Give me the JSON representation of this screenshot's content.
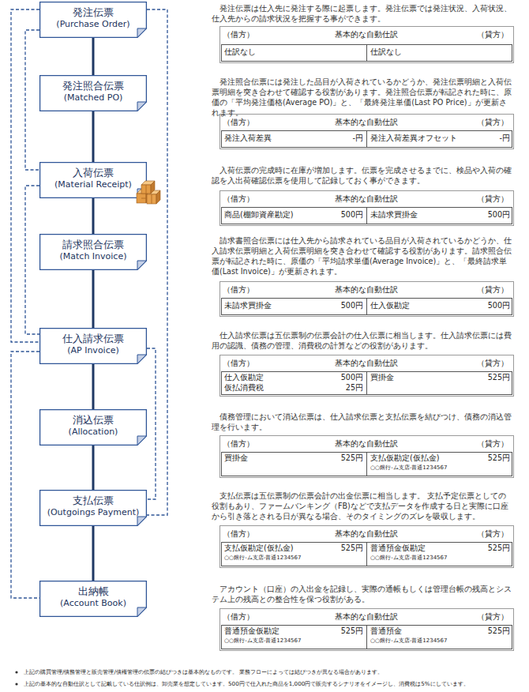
{
  "diagram": {
    "nodes": [
      {
        "text": [
          "発注伝票",
          "(Purchase Order)"
        ]
      },
      {
        "text": [
          "発注照合伝票",
          "(Matched PO)"
        ]
      },
      {
        "text": [
          "入荷伝票",
          "(Material Receipt)"
        ]
      },
      {
        "text": [
          "請求照合伝票",
          "(Match Invoice)"
        ]
      },
      {
        "text": [
          "仕入請求伝票",
          "(AP Invoice)"
        ]
      },
      {
        "text": [
          "消込伝票",
          "(Allocation)"
        ]
      },
      {
        "text": [
          "支払伝票",
          "(Outgoings Payment)"
        ]
      },
      {
        "text": [
          "出納帳",
          "(Account Book)"
        ]
      }
    ],
    "edges": [
      {
        "from": 0,
        "to": 1,
        "arrow": "none"
      },
      {
        "from": 1,
        "to": 2,
        "arrow": "none"
      },
      {
        "from": 2,
        "to": 3,
        "arrow": "none"
      },
      {
        "from": 3,
        "to": 4,
        "arrow": "none"
      },
      {
        "from": 4,
        "to": 5,
        "arrow": "none"
      },
      {
        "from": 5,
        "to": 6,
        "arrow": "none"
      },
      {
        "from": 6,
        "to": 7,
        "arrow": "none"
      },
      {
        "from": 0,
        "to": 2,
        "arrow": "none"
      },
      {
        "from": 2,
        "to": 4,
        "arrow": "none"
      },
      {
        "from": 0,
        "to": 4,
        "arrow": "none"
      },
      {
        "from": 4,
        "to": 7,
        "arrow": "none"
      },
      {
        "from": 0,
        "to": 6,
        "arrow": "none"
      },
      {
        "from": 4,
        "to": 6,
        "arrow": "none"
      }
    ],
    "labels": [
      "発注伝票は仕入先に発注する際に起票します。発注伝票では発注状況、入荷状況、仕入先からの請求状況を把握する事ができます。",
      "（借方）",
      "基本的な自動仕訳",
      "（貸方）",
      "仕訳なし",
      "仕訳なし",
      "発注照合伝票には発注した品目が入荷されているかどうか、発注伝票明細と入荷伝票明細を突き合わせて確認する役割があります。発注照合伝票が転記された時に、原価の「平均発注価格(Average PO)」と、「最終発注単価(Last PO Price)」が更新されます。",
      "（借方）",
      "基本的な自動仕訳",
      "（貸方）",
      "発注入荷差異",
      "-円",
      "発注入荷差異オフセット",
      "-円",
      "入荷伝票の完成時に在庫が増加します。伝票を完成させるまでに、検品や入荷の確認を入出荷確認伝票を使用して記録しておく事ができます。",
      "（借方）",
      "基本的な自動仕訳",
      "（貸方）",
      "商品(棚卸資産勘定)",
      "500円",
      "未請求買掛金",
      "500円",
      "請求書照合伝票には仕入先から請求されている品目が入荷されているかどうか、仕入請求伝票明細と入荷伝票明細を突き合わせて確認する役割があります。請求照合伝票が転記された時に、原価の「平均請求単価(Average Invoice)」と、「最終請求単価(Last Invoice)」が更新されます。",
      "（借方）",
      "基本的な自動仕訳",
      "（貸方）",
      "未請求買掛金",
      "500円",
      "仕入仮勘定",
      "500円",
      "仕入請求伝票は五伝票制の伝票会計の仕入伝票に相当します。仕入請求伝票には費用の認識、債務の管理、消費税の計算などの役割があります。",
      "（借方）",
      "基本的な自動仕訳",
      "（貸方）",
      "仕入仮勘定",
      "500円",
      "仮払消費税",
      "25円",
      "買掛金",
      "525円",
      "債務管理において消込伝票は、仕入請求伝票と支払伝票を結びつけ、債務の消込管理を行います。",
      "（借方）",
      "基本的な自動仕訳",
      "（貸方）",
      "買掛金",
      "525円",
      "支払仮勘定(仮払金)",
      "525円",
      "○○銀行-ム支店-普通1234567",
      "支払伝票は五伝票制の伝票会計の出金伝票に相当します。 支払予定伝票としての役割もあり、ファームバンキング（FB)などで支払データを作成する日と実際に口座から引き落とされる日が異なる場合、そのタイミングのズレを吸収します。",
      "（借方）",
      "基本的な自動仕訳",
      "（貸方）",
      "支払仮勘定(仮払金)",
      "525円",
      "○○銀行-ム支店-普通1234567",
      "普通預金仮勘定",
      "525円",
      "○○銀行-ム支店-普通1234567",
      "アカウント（口座）の入出金を記録し、実際の通帳もしくは管理台帳の残高とシステム上の残高との整合性を保つ役割がある。",
      "（借方）",
      "基本的な自動仕訳",
      "（貸方）",
      "普通預金仮勘定",
      "525円",
      "○○銀行-ム支店-普通1234567",
      "普通預金",
      "525円",
      "○○銀行-ム支店-普通1234567",
      "上記の購買管理/債務管理と販売管理/債権管理の伝票の結びつきは基本的なものです。 業務フローによっては結びつきが異なる場合があります。",
      "上記の基本的な自動仕訳として記載している仕訳例は、卸売業を想定しています。500円で仕入れた商品を1,000円で販売するシナリオをイメージし、消費税は5%にしています。"
    ]
  }
}
